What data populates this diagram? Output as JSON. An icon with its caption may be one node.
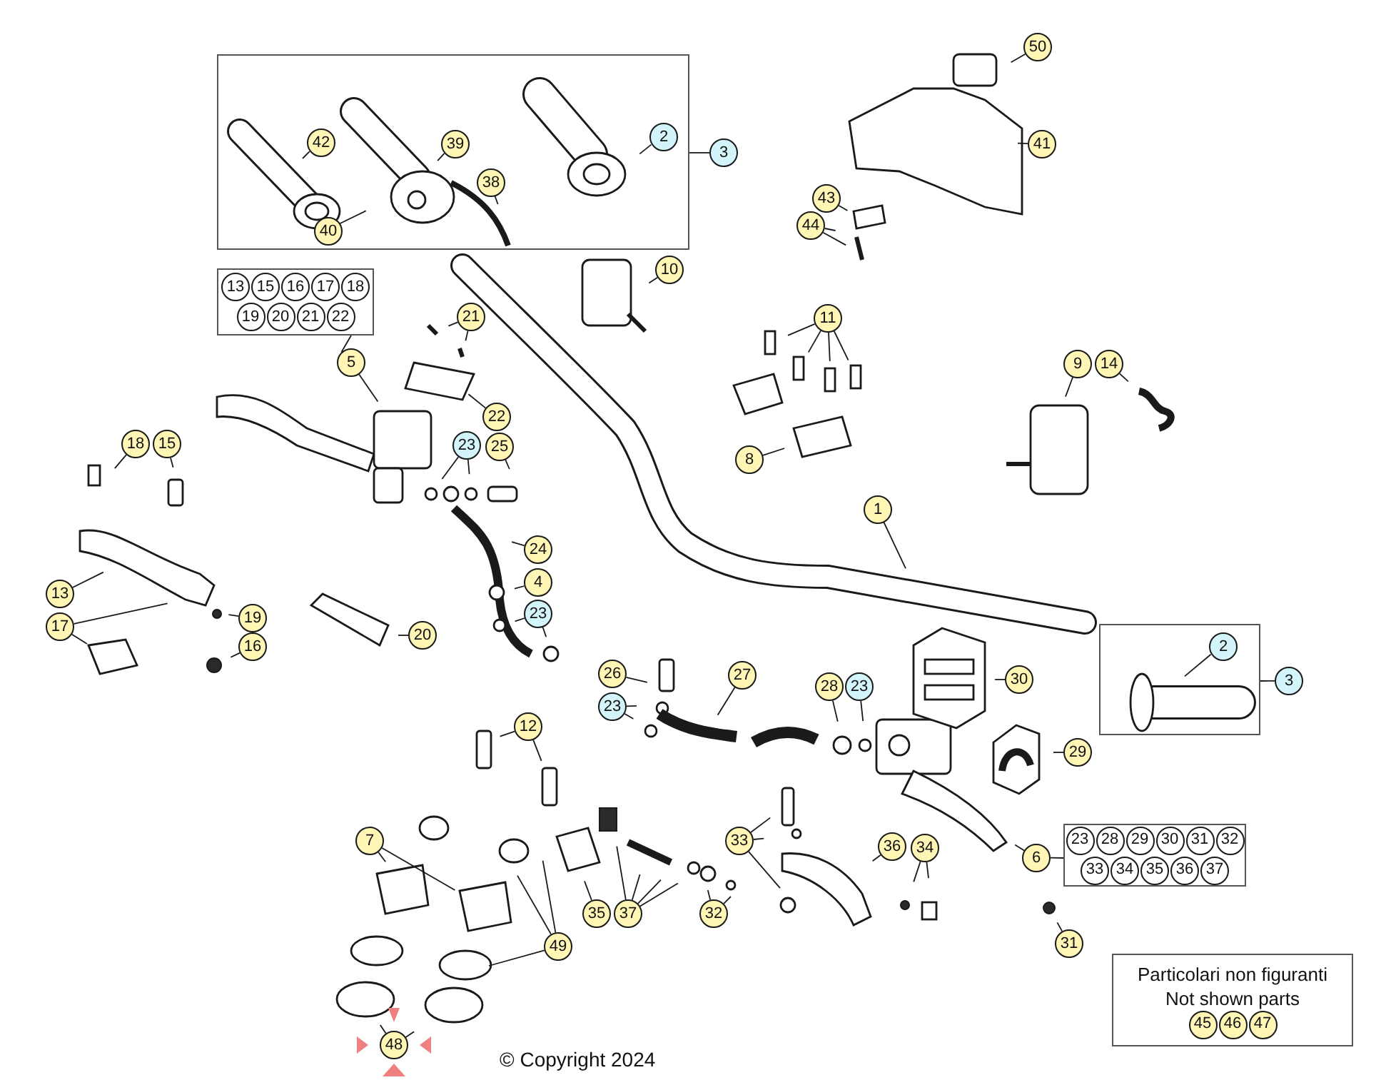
{
  "diagram": {
    "nodes": [
      {
        "text": [],
        "shape": "box"
      },
      {
        "text": [
          "42"
        ],
        "in": 0
      },
      {
        "text": [
          "39"
        ],
        "in": 0
      },
      {
        "text": [
          "38"
        ],
        "in": 0
      },
      {
        "text": [
          "40"
        ],
        "in": 0
      },
      {
        "text": [
          "2"
        ],
        "in": 0
      },
      {
        "text": [
          "3"
        ]
      },
      {
        "text": [
          "50"
        ]
      },
      {
        "text": [
          "41"
        ]
      },
      {
        "text": [
          "43"
        ]
      },
      {
        "text": [
          "44"
        ]
      },
      {
        "text": [
          "10"
        ]
      },
      {
        "text": [],
        "shape": "box"
      },
      {
        "text": [
          "13"
        ],
        "in": 12
      },
      {
        "text": [
          "15"
        ],
        "in": 12
      },
      {
        "text": [
          "16"
        ],
        "in": 12
      },
      {
        "text": [
          "17"
        ],
        "in": 12
      },
      {
        "text": [
          "18"
        ],
        "in": 12
      },
      {
        "text": [
          "19"
        ],
        "in": 12
      },
      {
        "text": [
          "20"
        ],
        "in": 12
      },
      {
        "text": [
          "21"
        ],
        "in": 12
      },
      {
        "text": [
          "22"
        ],
        "in": 12
      },
      {
        "text": [
          "5"
        ]
      },
      {
        "text": [
          "21"
        ]
      },
      {
        "text": [
          "22"
        ]
      },
      {
        "text": [
          "23"
        ]
      },
      {
        "text": [
          "25"
        ]
      },
      {
        "text": [
          "24"
        ]
      },
      {
        "text": [
          "4"
        ]
      },
      {
        "text": [
          "23"
        ]
      },
      {
        "text": [
          "18"
        ]
      },
      {
        "text": [
          "15"
        ]
      },
      {
        "text": [
          "13"
        ]
      },
      {
        "text": [
          "17"
        ]
      },
      {
        "text": [
          "19"
        ]
      },
      {
        "text": [
          "16"
        ]
      },
      {
        "text": [
          "20"
        ]
      },
      {
        "text": [
          "26"
        ]
      },
      {
        "text": [
          "23"
        ]
      },
      {
        "text": [
          "27"
        ]
      },
      {
        "text": [
          "28"
        ]
      },
      {
        "text": [
          "23"
        ]
      },
      {
        "text": [
          "30"
        ]
      },
      {
        "text": [
          "29"
        ]
      },
      {
        "text": [],
        "shape": "box"
      },
      {
        "text": [
          "2"
        ],
        "in": 44
      },
      {
        "text": [
          "3"
        ]
      },
      {
        "text": [
          "1"
        ]
      },
      {
        "text": [
          "9"
        ]
      },
      {
        "text": [
          "14"
        ]
      },
      {
        "text": [
          "11"
        ]
      },
      {
        "text": [
          "8"
        ]
      },
      {
        "text": [
          "12"
        ]
      },
      {
        "text": [
          "7"
        ]
      },
      {
        "text": [
          "49"
        ]
      },
      {
        "text": [
          "48"
        ]
      },
      {
        "text": [
          "33"
        ]
      },
      {
        "text": [
          "36"
        ]
      },
      {
        "text": [
          "34"
        ]
      },
      {
        "text": [
          "35"
        ]
      },
      {
        "text": [
          "37"
        ]
      },
      {
        "text": [
          "32"
        ]
      },
      {
        "text": [
          "6"
        ]
      },
      {
        "text": [],
        "shape": "box"
      },
      {
        "text": [
          "23"
        ],
        "in": 63
      },
      {
        "text": [
          "28"
        ],
        "in": 63
      },
      {
        "text": [
          "29"
        ],
        "in": 63
      },
      {
        "text": [
          "30"
        ],
        "in": 63
      },
      {
        "text": [
          "31"
        ],
        "in": 63
      },
      {
        "text": [
          "32"
        ],
        "in": 63
      },
      {
        "text": [
          "33"
        ],
        "in": 63
      },
      {
        "text": [
          "34"
        ],
        "in": 63
      },
      {
        "text": [
          "35"
        ],
        "in": 63
      },
      {
        "text": [
          "36"
        ],
        "in": 63
      },
      {
        "text": [
          "37"
        ],
        "in": 63
      },
      {
        "text": [
          "31"
        ]
      },
      {
        "text": [
          "Particolari non figuranti",
          "Not shown parts"
        ]
      },
      {
        "text": [
          "45"
        ],
        "in": 76
      },
      {
        "text": [
          "46"
        ],
        "in": 76
      },
      {
        "text": [
          "47"
        ],
        "in": 76
      }
    ],
    "edges": [
      {
        "from": 6,
        "to": 0,
        "arrow": "none"
      },
      {
        "from": 1,
        "to": null,
        "arrow": "none"
      },
      {
        "from": 2,
        "to": null,
        "arrow": "none"
      },
      {
        "from": 3,
        "to": null,
        "arrow": "none"
      },
      {
        "from": 4,
        "to": null,
        "arrow": "none"
      },
      {
        "from": 5,
        "to": null,
        "arrow": "none"
      },
      {
        "from": 7,
        "to": null,
        "arrow": "none"
      },
      {
        "from": 8,
        "to": null,
        "arrow": "none"
      },
      {
        "from": 9,
        "to": null,
        "arrow": "none"
      },
      {
        "from": 10,
        "to": null,
        "arrow": "none"
      },
      {
        "from": 10,
        "to": null,
        "arrow": "none"
      },
      {
        "from": 11,
        "to": null,
        "arrow": "none"
      },
      {
        "from": 12,
        "to": 22,
        "arrow": "none"
      },
      {
        "from": 22,
        "to": null,
        "arrow": "none"
      },
      {
        "from": 23,
        "to": null,
        "arrow": "none"
      },
      {
        "from": 23,
        "to": null,
        "arrow": "none"
      },
      {
        "from": 24,
        "to": null,
        "arrow": "none"
      },
      {
        "from": 25,
        "to": null,
        "arrow": "none"
      },
      {
        "from": 25,
        "to": null,
        "arrow": "none"
      },
      {
        "from": 26,
        "to": null,
        "arrow": "none"
      },
      {
        "from": 27,
        "to": null,
        "arrow": "none"
      },
      {
        "from": 28,
        "to": null,
        "arrow": "none"
      },
      {
        "from": 29,
        "to": null,
        "arrow": "none"
      },
      {
        "from": 29,
        "to": null,
        "arrow": "none"
      },
      {
        "from": 30,
        "to": null,
        "arrow": "none"
      },
      {
        "from": 31,
        "to": null,
        "arrow": "none"
      },
      {
        "from": 32,
        "to": null,
        "arrow": "none"
      },
      {
        "from": 33,
        "to": null,
        "arrow": "none"
      },
      {
        "from": 33,
        "to": null,
        "arrow": "none"
      },
      {
        "from": 34,
        "to": null,
        "arrow": "none"
      },
      {
        "from": 35,
        "to": null,
        "arrow": "none"
      },
      {
        "from": 36,
        "to": null,
        "arrow": "none"
      },
      {
        "from": 37,
        "to": null,
        "arrow": "none"
      },
      {
        "from": 38,
        "to": null,
        "arrow": "none"
      },
      {
        "from": 38,
        "to": null,
        "arrow": "none"
      },
      {
        "from": 39,
        "to": null,
        "arrow": "none"
      },
      {
        "from": 40,
        "to": null,
        "arrow": "none"
      },
      {
        "from": 41,
        "to": null,
        "arrow": "none"
      },
      {
        "from": 42,
        "to": null,
        "arrow": "none"
      },
      {
        "from": 43,
        "to": null,
        "arrow": "none"
      },
      {
        "from": 45,
        "to": null,
        "arrow": "none"
      },
      {
        "from": 46,
        "to": 44,
        "arrow": "none"
      },
      {
        "from": 47,
        "to": null,
        "arrow": "none"
      },
      {
        "from": 48,
        "to": null,
        "arrow": "none"
      },
      {
        "from": 49,
        "to": null,
        "arrow": "none"
      },
      {
        "from": 50,
        "to": null,
        "arrow": "none"
      },
      {
        "from": 50,
        "to": null,
        "arrow": "none"
      },
      {
        "from": 50,
        "to": null,
        "arrow": "none"
      },
      {
        "from": 50,
        "to": null,
        "arrow": "none"
      },
      {
        "from": 51,
        "to": null,
        "arrow": "none"
      },
      {
        "from": 52,
        "to": null,
        "arrow": "none"
      },
      {
        "from": 52,
        "to": null,
        "arrow": "none"
      },
      {
        "from": 53,
        "to": null,
        "arrow": "none"
      },
      {
        "from": 53,
        "to": null,
        "arrow": "none"
      },
      {
        "from": 54,
        "to": null,
        "arrow": "none"
      },
      {
        "from": 54,
        "to": null,
        "arrow": "none"
      },
      {
        "from": 54,
        "to": null,
        "arrow": "none"
      },
      {
        "from": 55,
        "to": null,
        "arrow": "none"
      },
      {
        "from": 55,
        "to": null,
        "arrow": "none"
      },
      {
        "from": 56,
        "to": null,
        "arrow": "none"
      },
      {
        "from": 56,
        "to": null,
        "arrow": "none"
      },
      {
        "from": 56,
        "to": null,
        "arrow": "none"
      },
      {
        "from": 57,
        "to": null,
        "arrow": "none"
      },
      {
        "from": 58,
        "to": null,
        "arrow": "none"
      },
      {
        "from": 58,
        "to": null,
        "arrow": "none"
      },
      {
        "from": 59,
        "to": null,
        "arrow": "none"
      },
      {
        "from": 60,
        "to": null,
        "arrow": "none"
      },
      {
        "from": 60,
        "to": null,
        "arrow": "none"
      },
      {
        "from": 60,
        "to": null,
        "arrow": "none"
      },
      {
        "from": 60,
        "to": null,
        "arrow": "none"
      },
      {
        "from": 61,
        "to": null,
        "arrow": "none"
      },
      {
        "from": 61,
        "to": null,
        "arrow": "none"
      },
      {
        "from": 62,
        "to": null,
        "arrow": "none"
      },
      {
        "from": 62,
        "to": 63,
        "arrow": "none"
      },
      {
        "from": 75,
        "to": null,
        "arrow": "none"
      }
    ],
    "labels": [
      "© Copyright 2024"
    ]
  }
}
